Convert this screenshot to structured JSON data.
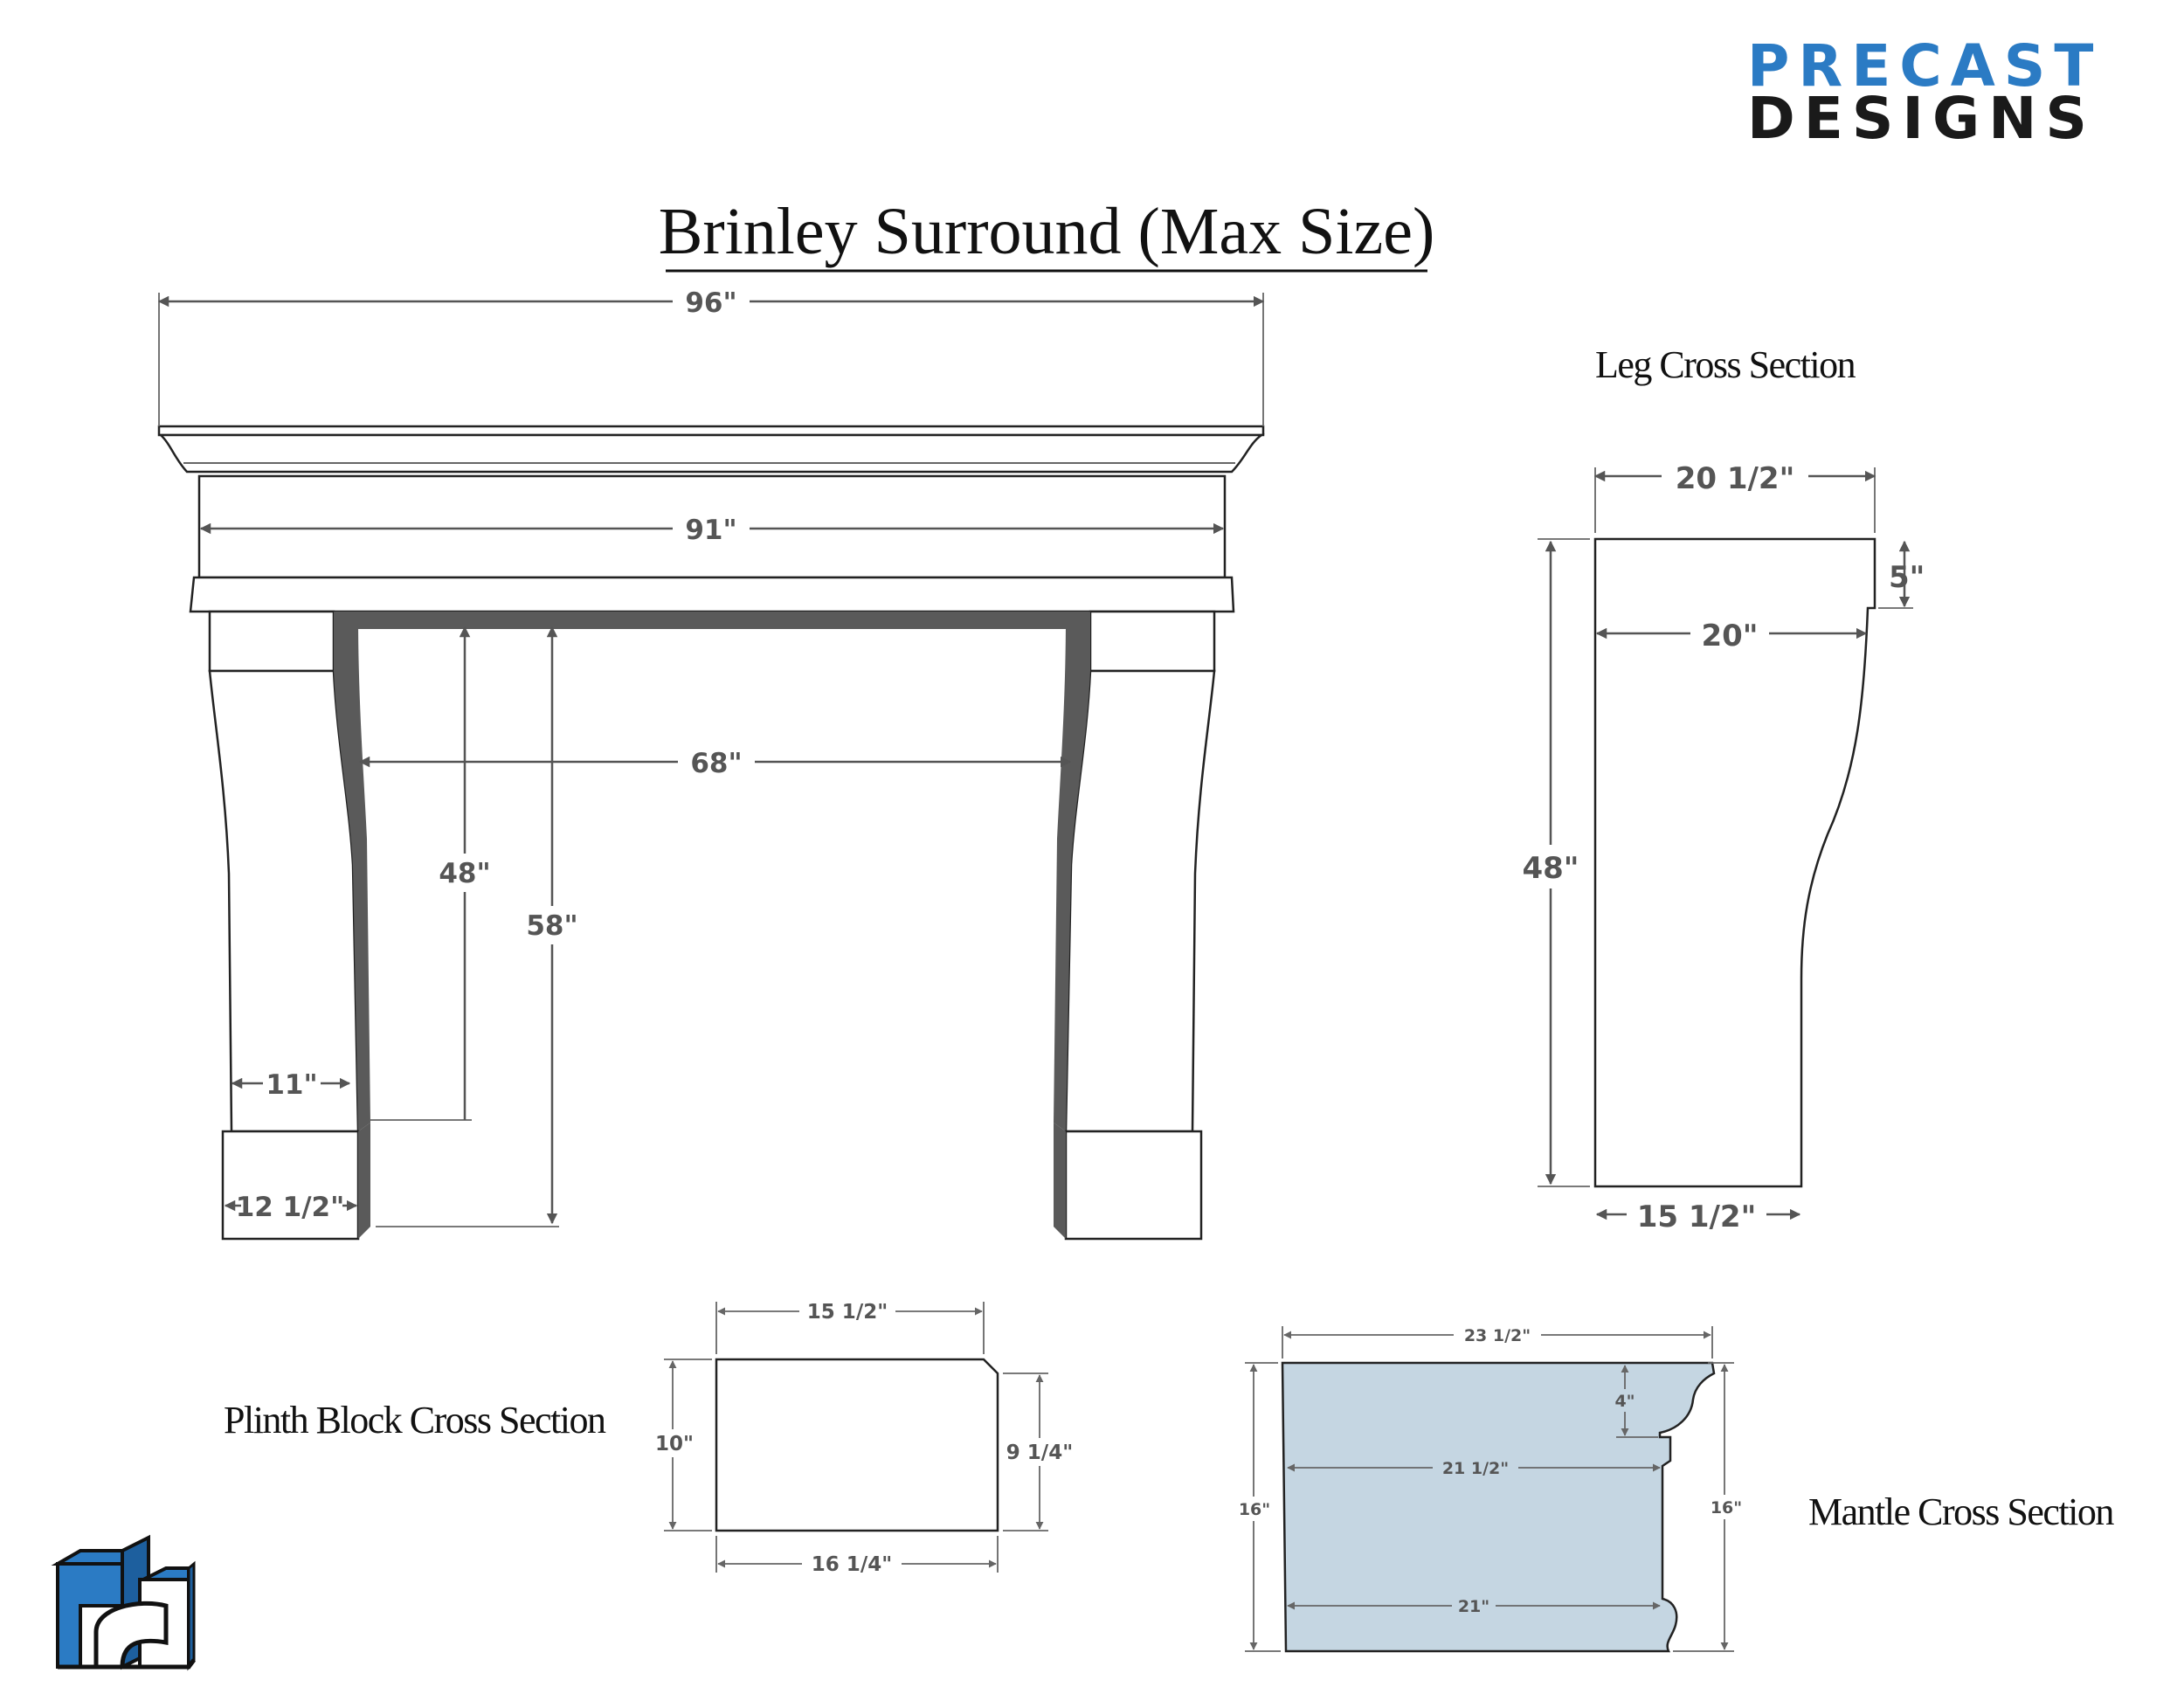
{
  "brand": {
    "line1": "PRECAST",
    "line2": "DESIGNS",
    "colors": {
      "blue": "#2b7bc4",
      "dark": "#1a1a1a"
    },
    "icon": "pd-cube-logo-icon"
  },
  "title": "Brinley Surround (Max Size)",
  "sections": {
    "leg": "Leg Cross Section",
    "plinth": "Plinth Block Cross Section",
    "mantle": "Mantle Cross Section"
  },
  "surround_dims": {
    "overall_width": "96\"",
    "frieze_width": "91\"",
    "opening_width": "68\"",
    "opening_height": "48\"",
    "total_height": "58\"",
    "leg_width": "11\"",
    "plinth_width": "12 1/2\""
  },
  "leg_dims": {
    "top_depth": "20 1/2\"",
    "step": "5\"",
    "upper_depth": "20\"",
    "height": "48\"",
    "bottom_depth": "15 1/2\""
  },
  "plinth_dims": {
    "top": "15 1/2\"",
    "bottom": "16 1/4\"",
    "left": "10\"",
    "right": "9 1/4\""
  },
  "mantle_dims": {
    "top": "23 1/2\"",
    "cap": "4\"",
    "middle": "21 1/2\"",
    "bottom": "21\"",
    "left": "16\"",
    "right": "16\""
  },
  "colors": {
    "mantle_fill": "#c5d6e2",
    "reveal": "#5a5a5a"
  }
}
